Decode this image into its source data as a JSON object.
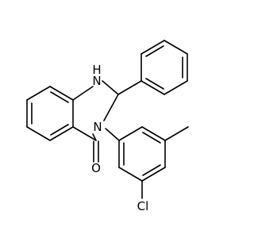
{
  "molecule": {
    "atom_labels": {
      "nh": "H",
      "n1": "N",
      "n3": "N",
      "o": "O",
      "cl": "Cl"
    },
    "colors": {
      "bond": "#000000",
      "text": "#000000",
      "background": "#ffffff"
    }
  }
}
